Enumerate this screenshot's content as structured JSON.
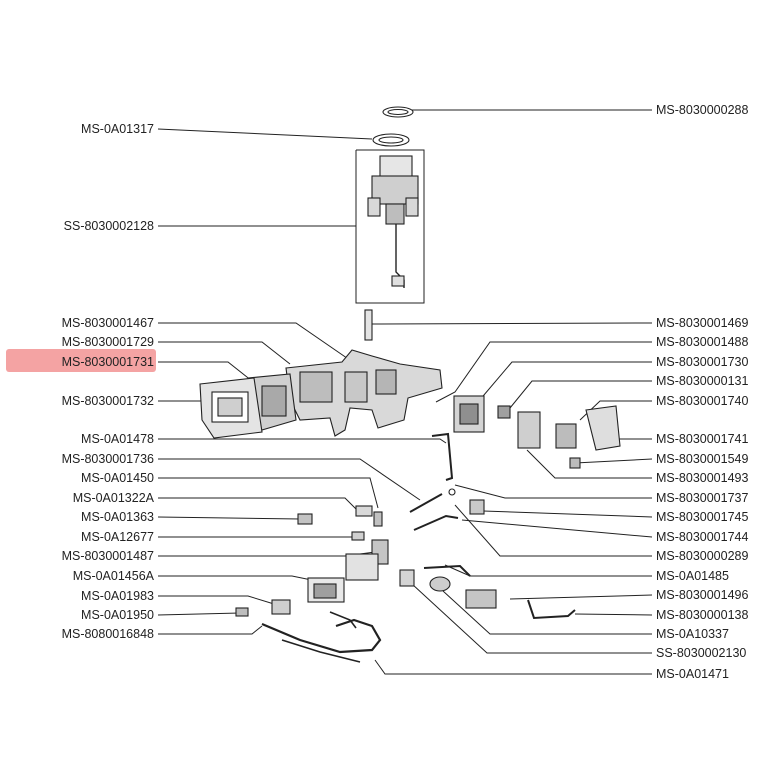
{
  "highlight_color": "#f4a3a3",
  "highlighted_part": "MS-8030001731",
  "left_labels": [
    "MS-0A01317",
    "SS-8030002128",
    "MS-8030001467",
    "MS-8030001729",
    "MS-8030001731",
    "MS-8030001732",
    "MS-0A01478",
    "MS-8030001736",
    "MS-0A01450",
    "MS-0A01322A",
    "MS-0A01363",
    "MS-0A12677",
    "MS-8030001487",
    "MS-0A01456A",
    "MS-0A01983",
    "MS-0A01950",
    "MS-8080016848"
  ],
  "right_labels": [
    "MS-8030000288",
    "MS-8030001469",
    "MS-8030001488",
    "MS-8030001730",
    "MS-8030000131",
    "MS-8030001740",
    "MS-8030001741",
    "MS-8030001549",
    "MS-8030001493",
    "MS-8030001737",
    "MS-8030001745",
    "MS-8030001744",
    "MS-8030000289",
    "MS-0A01485",
    "MS-8030001496",
    "MS-8030000138",
    "MS-0A10337",
    "SS-8030002130",
    "MS-0A01471"
  ]
}
